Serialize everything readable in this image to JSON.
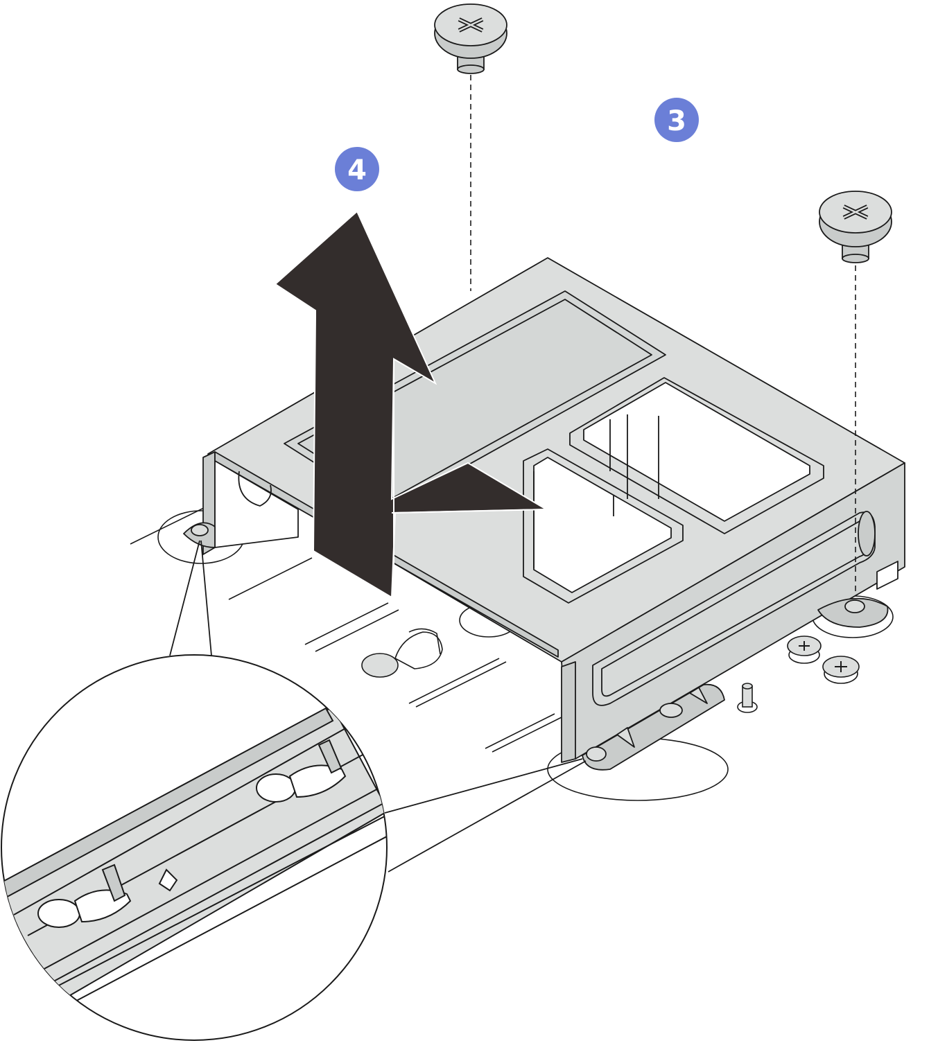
{
  "diagram": {
    "callouts": [
      {
        "id": "step-3",
        "label": "3"
      },
      {
        "id": "step-4",
        "label": "4"
      }
    ],
    "colors": {
      "callout_fill": "#6b7fd7",
      "callout_text": "#ffffff",
      "arrow_fill": "#332d2c",
      "metal_fill": "#dcdedd",
      "metal_shade": "#c9cccb",
      "line": "#1a1a1a",
      "background": "#ffffff"
    },
    "icons": {
      "screw": "phillips-screw-icon",
      "arrow": "lift-and-pull-arrow-icon",
      "magnifier": "detail-magnifier-circle"
    }
  }
}
